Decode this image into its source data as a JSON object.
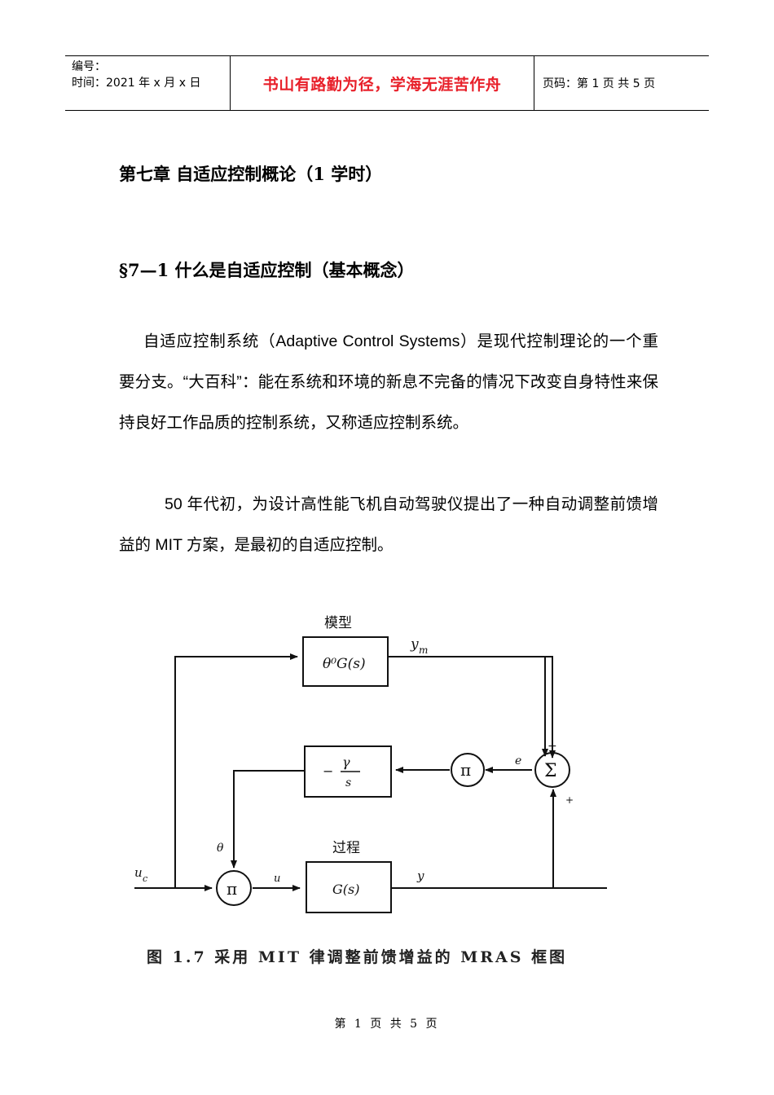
{
  "header": {
    "number_label": "编号：",
    "time_label": "时间：2021 年 x 月 x 日",
    "motto": "书山有路勤为径，学海无涯苦作舟",
    "page_info": "页码：第 1 页  共 5 页"
  },
  "chapter_title": "第七章  自适应控制概论（1 学时）",
  "section_title": "§7—1 什么是自适应控制（基本概念）",
  "paragraphs": [
    "自适应控制系统（Adaptive Control Systems）是现代控制理论的一个重要分支。“大百科”：能在系统和环境的新息不完备的情况下改变自身特性来保持良好工作品质的控制系统，又称适应控制系统。",
    "50 年代初，为设计高性能飞机自动驾驶仪提出了一种自动调整前馈增益的 MIT 方案，是最初的自适应控制。"
  ],
  "figure": {
    "model_label": "模型",
    "model_block": "θ⁰G(s)",
    "ym_label": "y",
    "ym_sub": "m",
    "gain_num": "γ",
    "gain_den": "s",
    "gain_sign": "−",
    "pi_symbol": "π",
    "sigma_symbol": "Σ",
    "e_label": "e",
    "plus_label": "+",
    "minus_label": "−",
    "theta_label": "θ",
    "process_label": "过程",
    "process_block": "G(s)",
    "uc_label": "u",
    "uc_sub": "c",
    "u_label": "u",
    "y_label": "y"
  },
  "figure_caption": "图 1.7  采用 MIT 律调整前馈增益的 MRAS 框图",
  "footer": "第 1 页 共 5 页"
}
